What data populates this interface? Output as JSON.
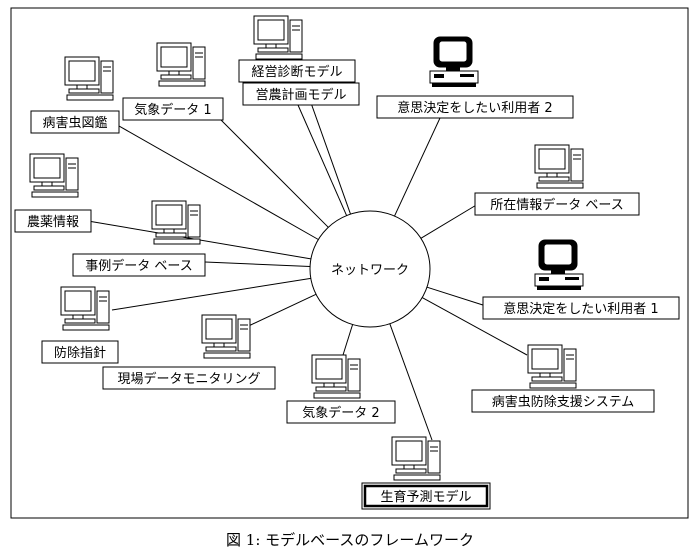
{
  "hub": {
    "label": "ネットワーク"
  },
  "nodes": [
    {
      "id": "byogaichu-zukan",
      "label": "病害虫図鑑",
      "computer": "plain",
      "emphasis": false
    },
    {
      "id": "kisho-data-1",
      "label": "気象データ 1",
      "computer": "plain",
      "emphasis": false
    },
    {
      "id": "keiei-shindan",
      "label": "経営診断モデル",
      "computer": "plain",
      "emphasis": false
    },
    {
      "id": "einou-keikaku",
      "label": "営農計画モデル",
      "computer": "none",
      "emphasis": false
    },
    {
      "id": "user-2",
      "label": "意思決定をしたい利用者 2",
      "computer": "terminal",
      "emphasis": false
    },
    {
      "id": "noyaku-joho",
      "label": "農薬情報",
      "computer": "plain",
      "emphasis": false
    },
    {
      "id": "shozai-db",
      "label": "所在情報データ ベース",
      "computer": "plain",
      "emphasis": false
    },
    {
      "id": "jirei-db",
      "label": "事例データ ベース",
      "computer": "plain",
      "emphasis": false
    },
    {
      "id": "user-1",
      "label": "意思決定をしたい利用者 1",
      "computer": "terminal",
      "emphasis": false
    },
    {
      "id": "bojo-shishin",
      "label": "防除指針",
      "computer": "plain",
      "emphasis": false
    },
    {
      "id": "genba-monitoring",
      "label": "現場データモニタリング",
      "computer": "plain",
      "emphasis": false
    },
    {
      "id": "byogaichu-shien",
      "label": "病害虫防除支援システム",
      "computer": "plain",
      "emphasis": false
    },
    {
      "id": "kisho-data-2",
      "label": "気象データ 2",
      "computer": "plain",
      "emphasis": false
    },
    {
      "id": "seiiku-yosoku",
      "label": "生育予測モデル",
      "computer": "plain",
      "emphasis": true
    }
  ],
  "caption": "図 1: モデルベースのフレームワーク"
}
